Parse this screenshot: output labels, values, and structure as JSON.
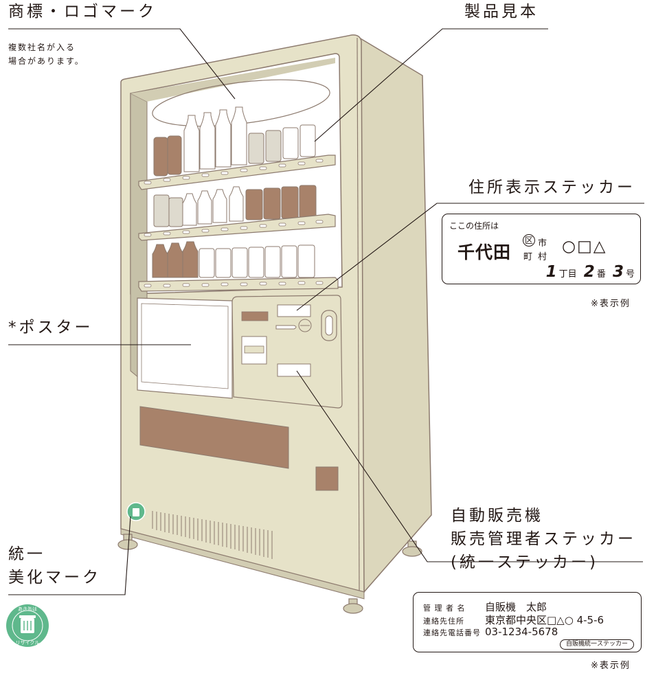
{
  "labels": {
    "logo": "商標・ロゴマーク",
    "logo_note_1": "複数社名が入る",
    "logo_note_2": "場合があります。",
    "samples": "製品見本",
    "address_sticker": "住所表示ステッカー",
    "poster": "*ポスター",
    "beautify_1": "統一",
    "beautify_2": "美化マーク",
    "manager_1": "自動販売機",
    "manager_2": "販売管理者ステッカー",
    "manager_3": "(統一ステッカー)"
  },
  "address_sticker": {
    "heading": "ここの住所は",
    "city": "千代田",
    "ku": "区",
    "shi": "市",
    "machi": "町",
    "mura": "村",
    "town": "○□△",
    "chome_num": "1",
    "chome": "丁目",
    "ban_num": "2",
    "ban": "番",
    "go_num": "3",
    "go": "号",
    "example_note": "※表示例"
  },
  "manager_sticker": {
    "name_key": "管 理 者 名",
    "name_value": "自販機　太郎",
    "addr_key": "連絡先住所",
    "addr_value": "東京都中央区□△○ 4-5-6",
    "tel_key": "連絡先電話番号",
    "tel_value": "03-1234-5678",
    "tag": "自販機統一ステッカー",
    "example_note": "※表示例"
  },
  "badge": {
    "top_text": "あき缶は",
    "bottom_text": "リサイクル"
  },
  "colors": {
    "machine_body": "#E6E2C8",
    "machine_edge": "#8C7A6E",
    "product_brown": "#A8826A",
    "product_light": "#DEDACE",
    "badge_green": "#5FB88C"
  }
}
